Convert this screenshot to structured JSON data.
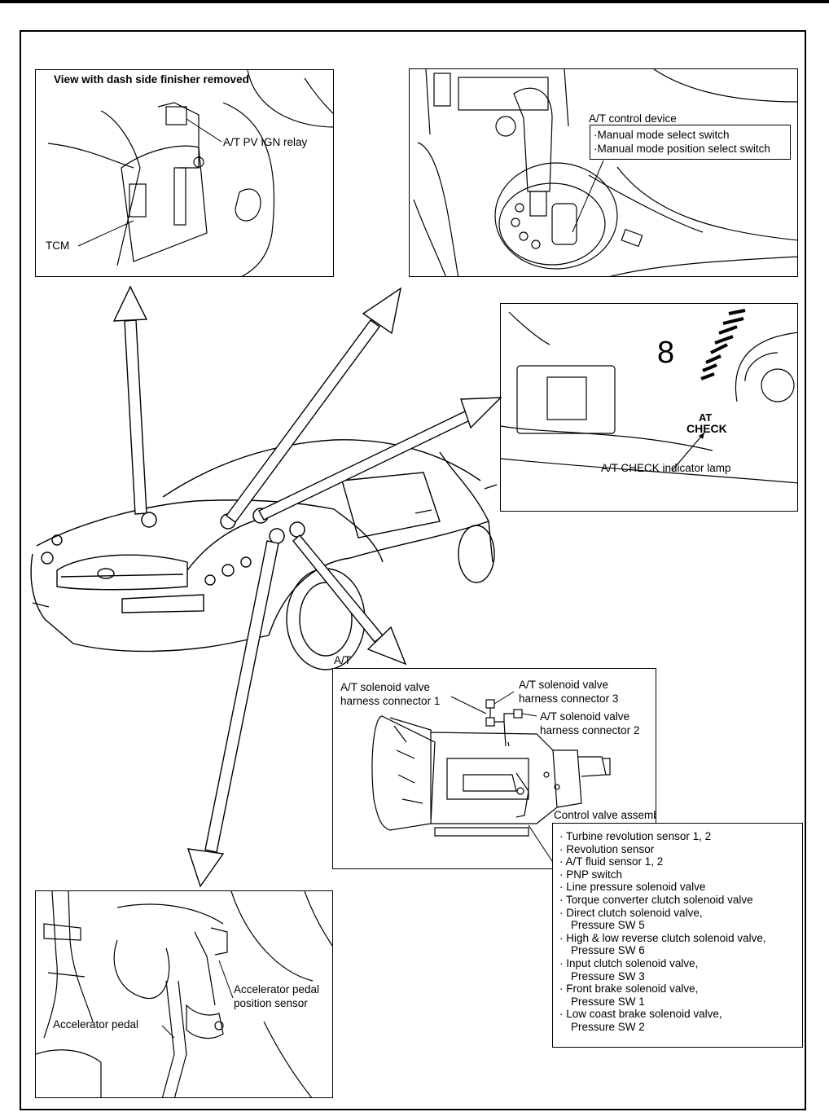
{
  "panels": {
    "tcm": {
      "title": "View with dash side finisher removed",
      "relay": "A/T PV IGN relay",
      "tcm": "TCM"
    },
    "control_device": {
      "title": "A/T control device",
      "items": [
        "·Manual mode select switch",
        "·Manual mode position select switch"
      ]
    },
    "meter": {
      "gauge_number": "8",
      "lamp_line1": "AT",
      "lamp_line2": "CHECK",
      "lamp_label": "A/T CHECK indicator lamp"
    },
    "at": {
      "title": "A/T",
      "connector1_line1": "A/T solenoid valve",
      "connector1_line2": "harness connector 1",
      "connector3_line1": "A/T solenoid valve",
      "connector3_line2": "harness connector 3",
      "connector2_line1": "A/T solenoid valve",
      "connector2_line2": "harness connector 2",
      "control_valve": "Control valve assembly",
      "components": [
        "· Turbine revolution sensor 1, 2",
        "· Revolution sensor",
        "· A/T fluid sensor 1, 2",
        "· PNP switch",
        "· Line pressure solenoid valve",
        "· Torque converter clutch solenoid valve",
        "· Direct clutch solenoid valve,",
        "Pressure SW 5",
        "· High & low reverse clutch solenoid valve,",
        "Pressure SW 6",
        "· Input clutch solenoid valve,",
        "Pressure SW 3",
        "· Front brake solenoid valve,",
        "Pressure SW 1",
        "· Low coast brake solenoid valve,",
        "Pressure SW 2"
      ]
    },
    "pedal": {
      "sensor_line1": "Accelerator pedal",
      "sensor_line2": "position sensor",
      "pedal": "Accelerator pedal"
    }
  },
  "colors": {
    "line": "#000000",
    "background": "#ffffff"
  }
}
